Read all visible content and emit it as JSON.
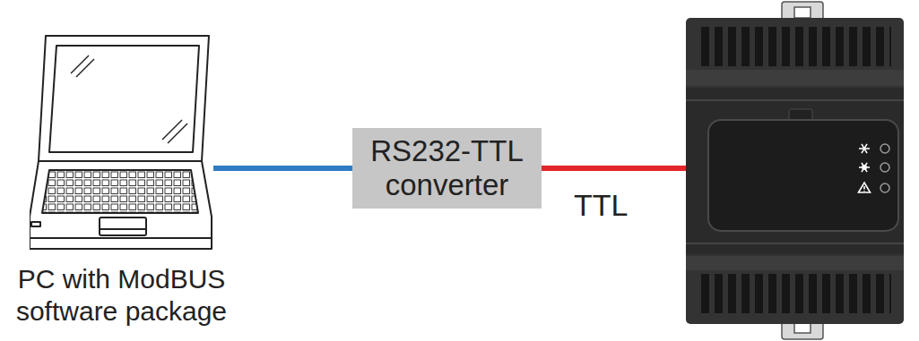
{
  "diagram": {
    "nodes": [
      {
        "text": [
          "PC with ModBUS software package"
        ]
      },
      {
        "text": [
          "RS232-TTL converter"
        ]
      }
    ],
    "edges": [
      {
        "from": 0,
        "to": 1,
        "arrow": "none"
      }
    ],
    "labels": [
      "TTL"
    ]
  }
}
